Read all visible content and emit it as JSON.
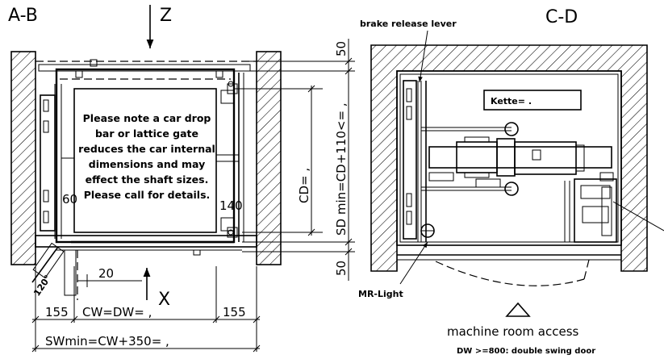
{
  "views": {
    "left_title": "A-B",
    "right_title": "C-D",
    "top_marker": "Z",
    "bottom_marker": "X"
  },
  "note": {
    "lines": [
      "Please note a car drop",
      "bar or lattice gate",
      "reduces the car internal",
      "dimensions and may",
      "effect the shaft sizes.",
      "Please call for details."
    ]
  },
  "dims": {
    "top_gap": "50",
    "bottom_gap": "50",
    "car_depth": "CD= ,",
    "shaft_depth": "SD min=CD+110<= ,",
    "left_clear": "60",
    "right_clear": "140",
    "door_offset": "20",
    "door_angle": "120°",
    "side_left": "155",
    "side_right": "155",
    "car_width": "CW=DW= ,",
    "shaft_width": "SWmin=CW+350= ,"
  },
  "machine_room": {
    "brake_label": "brake release lever",
    "chain_label": "Kette=   .",
    "light_label": "MR-Light",
    "access_label": "machine room access",
    "door_label": "DW >=800: double swing door"
  }
}
